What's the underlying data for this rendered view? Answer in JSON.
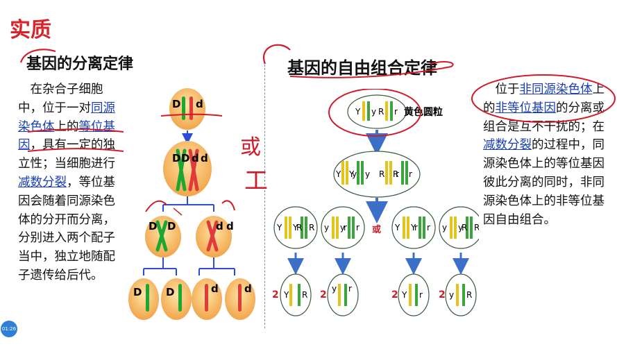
{
  "slide": {
    "title": "实质",
    "badge": "01:26"
  },
  "left_section": {
    "heading": "基因的分离定律",
    "paragraph": [
      {
        "t": "　在杂合子细胞中，位于一对"
      },
      {
        "t": "同源染色体",
        "term": true
      },
      {
        "t": "上的"
      },
      {
        "t": "等位基因",
        "term": true
      },
      {
        "t": "，具有一定的独立性；当细胞进行"
      },
      {
        "t": "减数分裂",
        "term": true
      },
      {
        "t": "，等位基因会随着同源染色体的分开而分离，分别进入两个配子当中，独立地随配子遗传给后代。"
      }
    ],
    "diagram": {
      "cell1_labels": [
        "D",
        "d"
      ],
      "cell2_labels": [
        "D",
        "D",
        "d",
        "d"
      ],
      "cell3_labels": [
        "D",
        "D"
      ],
      "cell4_labels": [
        "d",
        "d"
      ],
      "gamete_labels": [
        "D",
        "D",
        "d",
        "d"
      ],
      "colors": {
        "dominant": "#1aa832",
        "recessive": "#e03a3a",
        "cell": "#f4b25a",
        "arrow": "#2c4bd8"
      }
    }
  },
  "right_section": {
    "heading": "基因的自由组合定律",
    "paragraph": [
      {
        "t": "　位于"
      },
      {
        "t": "非同源染色体",
        "term": true
      },
      {
        "t": "上的"
      },
      {
        "t": "非等位基因",
        "term": true
      },
      {
        "t": "的分离或组合是互不干扰的；在"
      },
      {
        "t": "减数分裂",
        "term": true
      },
      {
        "t": "的过程中，同源染色体上的等位基因彼此分离的同时，非同源染色体上的非等位基因自由组合。"
      }
    ],
    "diagram": {
      "seed_label": "黄色圆粒",
      "top_cell": [
        "Y",
        "y",
        "R",
        "r"
      ],
      "mid_cell": [
        "Y",
        "Y",
        "y",
        "y",
        "R",
        "R",
        "r",
        "r"
      ],
      "or_label": "或",
      "meiosis_cells": [
        [
          "Y",
          "Y",
          "R",
          "R"
        ],
        [
          "y",
          "y",
          "r",
          "r"
        ],
        [
          "Y",
          "Y",
          "r",
          "r"
        ],
        [
          "y",
          "y",
          "R",
          "R"
        ]
      ],
      "gamete_count": [
        "2",
        "2",
        "2",
        "2"
      ],
      "gametes": [
        [
          "Y",
          "R"
        ],
        [
          "y",
          "r"
        ],
        [
          "Y",
          "r"
        ],
        [
          "y",
          "R"
        ]
      ],
      "colors": {
        "yellow_chrom": "#e4c21a",
        "green_chrom": "#3aa53a",
        "arrow": "#3b6fc8",
        "cell_fill": "#ffffff",
        "cell_stroke": "#3a5a3a"
      }
    }
  },
  "annotations": {
    "handwriting": [
      "或",
      "工"
    ],
    "ink_color": "#d01a2a"
  }
}
